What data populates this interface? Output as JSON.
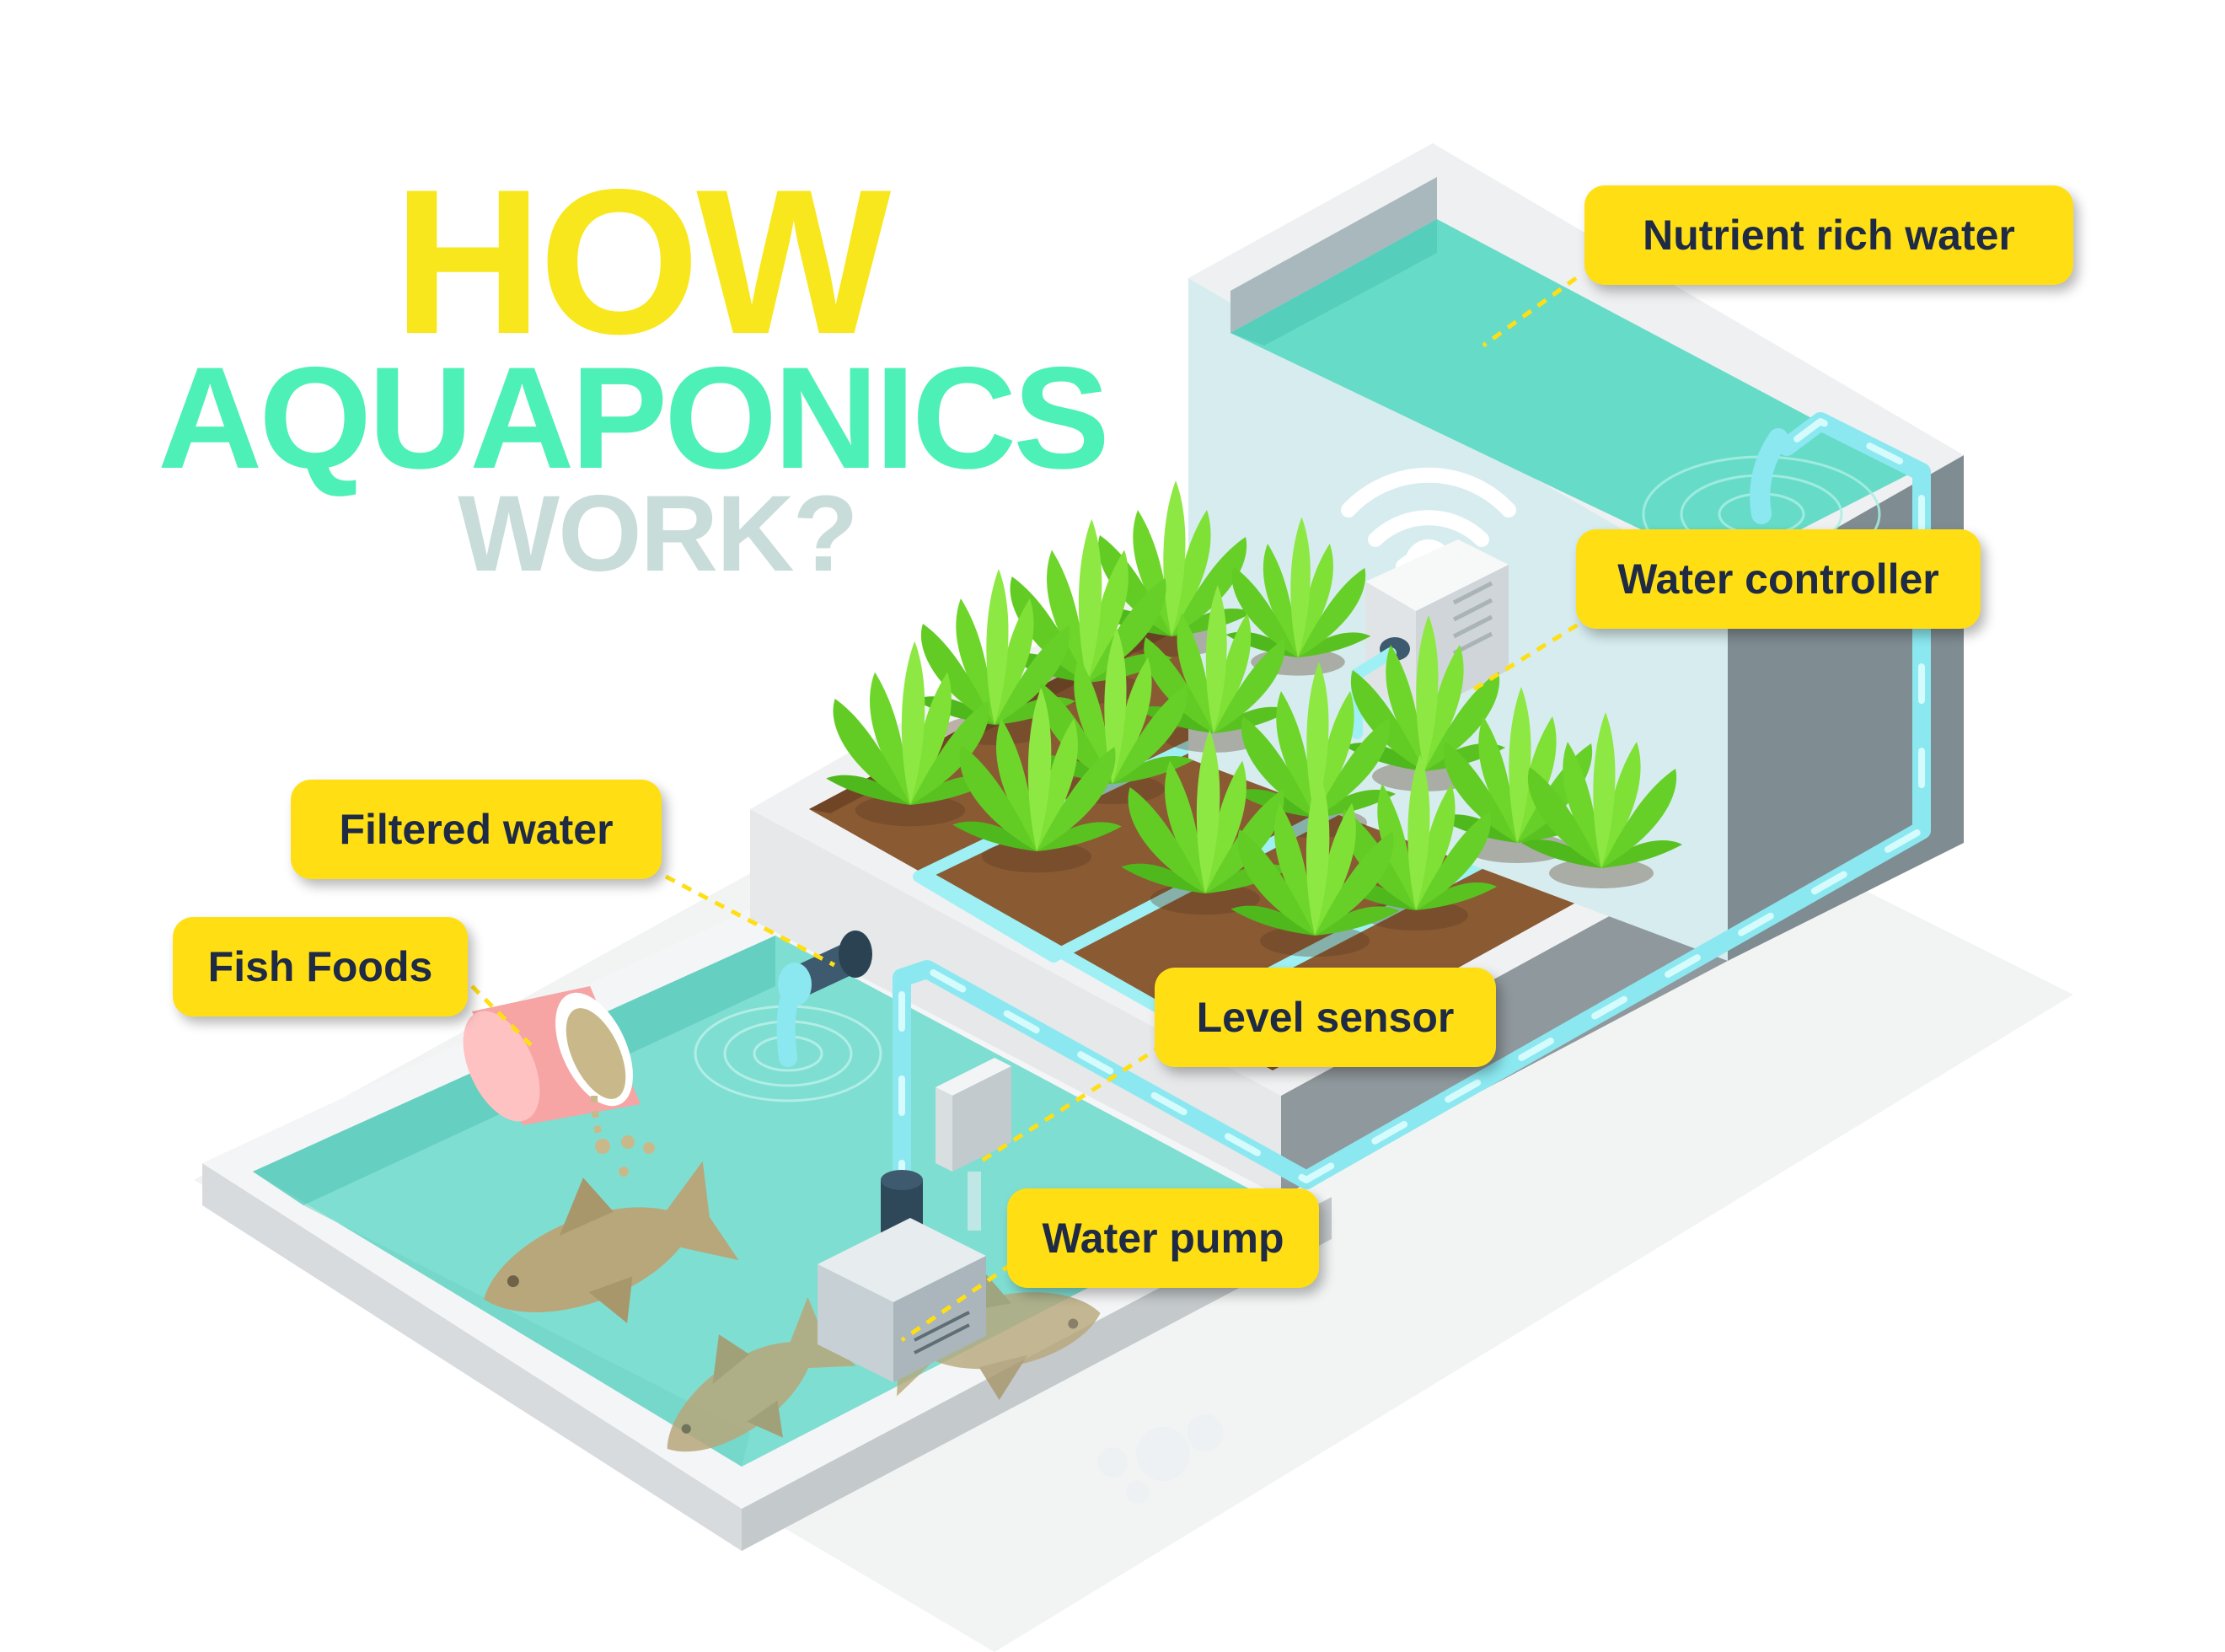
{
  "title": {
    "line1": "HOW",
    "line2": "AQUAPONICS",
    "line3": "WORK?"
  },
  "labels": {
    "nutrient_rich_water": "Nutrient rich water",
    "water_controller": "Water controller",
    "filtered_water": "Filtered water",
    "fish_foods": "Fish Foods",
    "level_sensor": "Level sensor",
    "water_pump": "Water pump"
  },
  "colors": {
    "title_how": "#f8e71c",
    "title_aquaponics": "#4df0b6",
    "title_work": "#c8dcda",
    "callout_fill": "#ffdf14",
    "callout_text": "#1f2a44",
    "water": "#7fded2",
    "soil": "#8a5a33",
    "plant": "#6ed62a",
    "pipe": "#9ff0f4"
  },
  "icons": [
    "wifi-icon",
    "fish-food-can-icon",
    "fish-icon",
    "plant-icon"
  ]
}
